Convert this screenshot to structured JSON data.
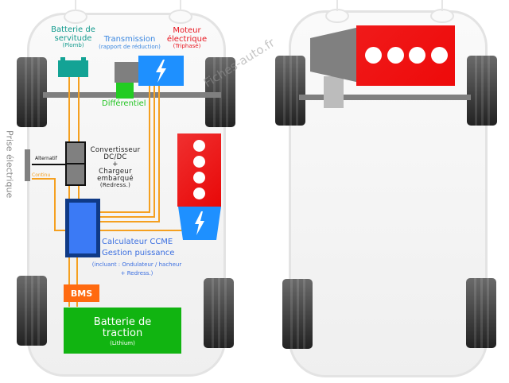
{
  "watermark": "Fiches-auto.fr",
  "colors": {
    "orange_wire": "#f5a020",
    "service_battery": "#13a395",
    "motor_blue": "#1e90ff",
    "engine_red": "#ee1111",
    "differential_green": "#22cc22",
    "controller_blue": "#3b7af5",
    "controller_border": "#0f3a86",
    "bms_orange": "#ff6a10",
    "traction_green": "#11b411",
    "converter_gray": "#808080"
  },
  "electric_car": {
    "service_battery": {
      "title_line1": "Batterie de",
      "title_line2": "servitude",
      "subtitle": "(Plomb)"
    },
    "transmission": {
      "title": "Transmission",
      "subtitle": "(rapport de réduction)"
    },
    "motor": {
      "title_line1": "Moteur",
      "title_line2": "électrique",
      "subtitle": "(Triphasé)"
    },
    "differential": {
      "label": "Différentiel"
    },
    "converter": {
      "line1": "Convertisseur",
      "line2": "DC/DC",
      "line3": "+",
      "line4": "Chargeur",
      "line5": "embarqué",
      "line6": "(Redress.)"
    },
    "plug": {
      "label": "Prise électrique",
      "ac_label": "Alternatif",
      "dc_label": "Continu"
    },
    "controller": {
      "line1": "Calculateur CCME",
      "line2": "Gestion puissance",
      "line3": "(incluant : Ondulateur / hacheur",
      "line4": "+ Redress.)"
    },
    "bms": {
      "label": "BMS"
    },
    "traction_battery": {
      "line1": "Batterie de",
      "line2": "traction",
      "subtitle": "(Lithium)"
    }
  },
  "thermal_car": {
    "engine_cylinders": 4
  }
}
